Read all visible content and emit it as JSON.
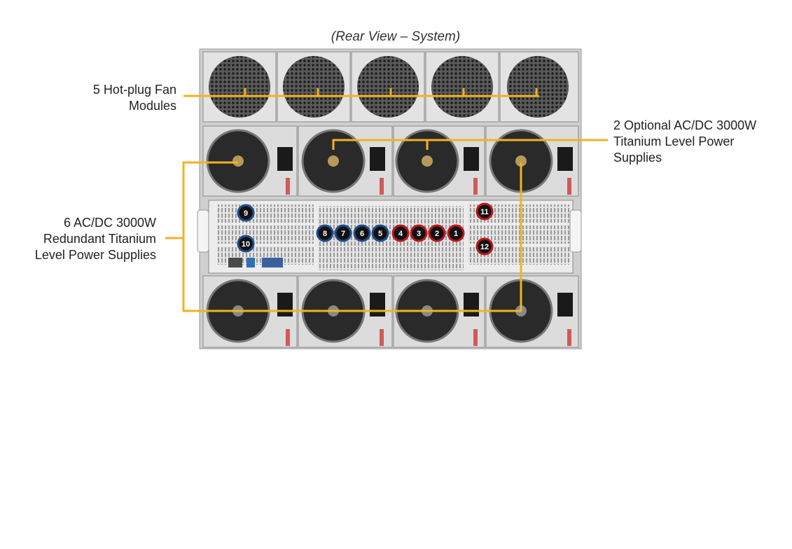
{
  "caption": "(Rear View – System)",
  "callouts": {
    "fan_modules": [
      "5 Hot-plug Fan",
      "Modules"
    ],
    "optional_psu": [
      "2 Optional AC/DC 3000W",
      "Titanium Level Power",
      "Supplies"
    ],
    "redundant_psu": [
      "6 AC/DC 3000W",
      "Redundant Titanium",
      "Level Power Supplies"
    ]
  },
  "slot_badges": {
    "blue": [
      "9",
      "10",
      "8",
      "7",
      "6",
      "5"
    ],
    "red": [
      "4",
      "3",
      "2",
      "1",
      "11",
      "12"
    ]
  },
  "colors": {
    "callout_line": "#f0b323",
    "badge_blue": "#1f4e8c",
    "badge_red": "#c0161c",
    "chassis": "#d9d9d9"
  }
}
